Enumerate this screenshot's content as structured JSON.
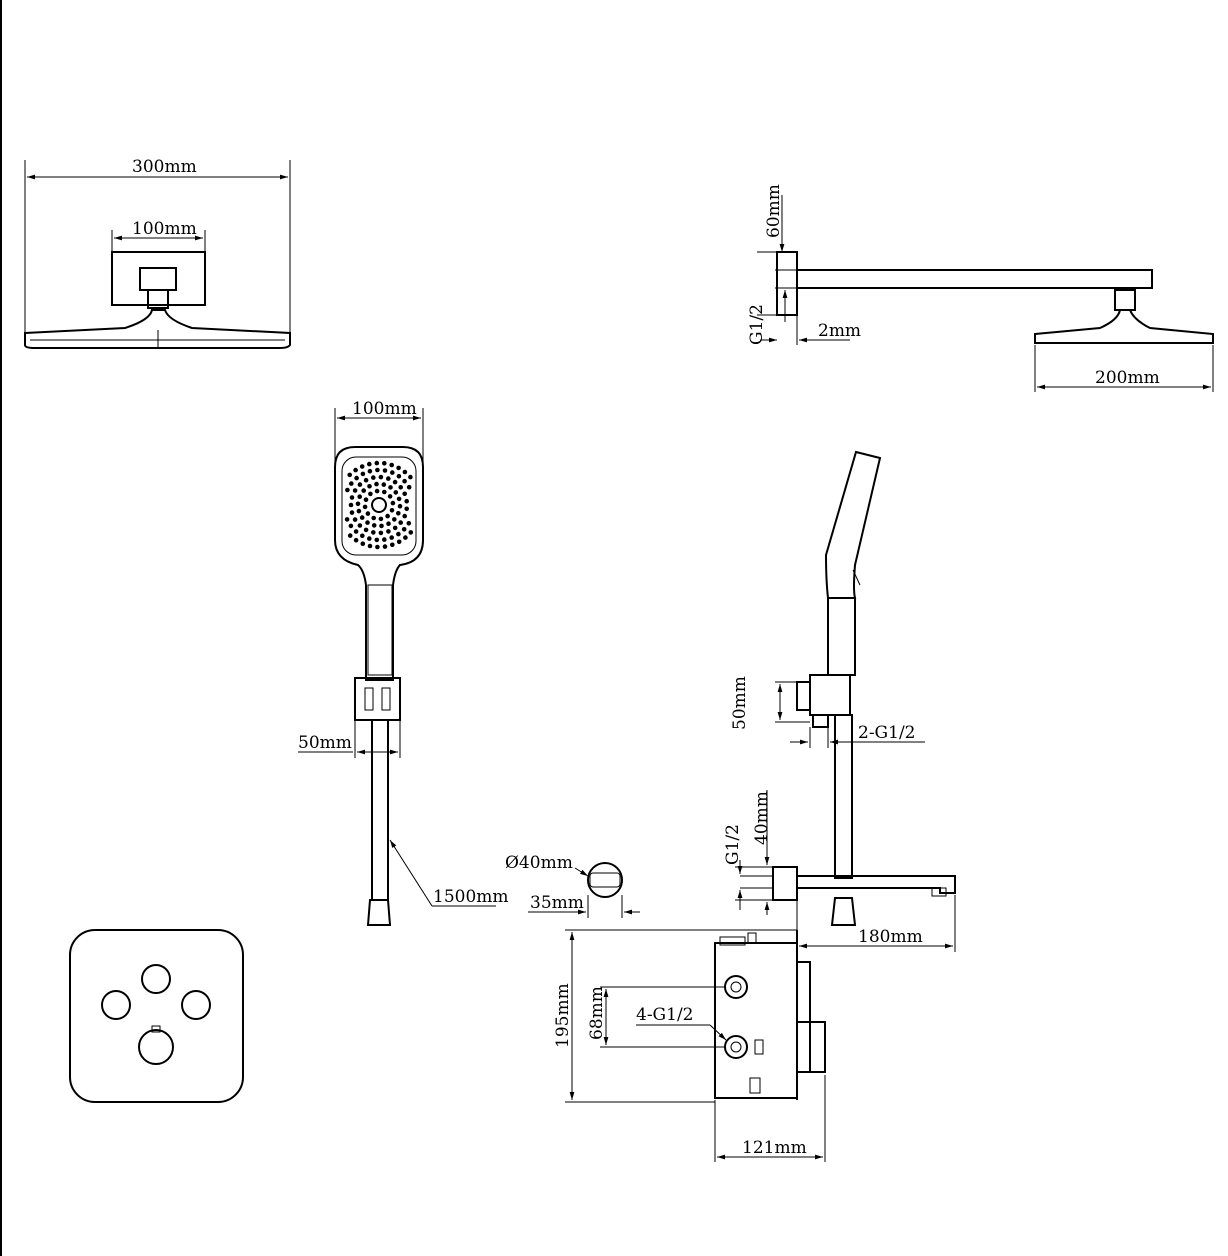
{
  "title": "Shower system dimension drawing",
  "colors": {
    "line": "#000000",
    "background": "#ffffff"
  },
  "dimensions": {
    "head_width": "300mm",
    "head_box_width": "100mm",
    "arm_flange_height": "60mm",
    "arm_thread": "G1/2",
    "arm_wall_gap": "2mm",
    "arm_head_width": "200mm",
    "handheld_width": "100mm",
    "holder_width": "50mm",
    "hose_length": "1500mm",
    "knob_diameter": "Ø40mm",
    "knob_depth": "35mm",
    "outlet_height": "50mm",
    "outlet_thread": "2-G1/2",
    "spout_thread": "G1/2",
    "spout_flange": "40mm",
    "spout_length": "180mm",
    "valve_height": "195mm",
    "valve_inlet_spacing": "68mm",
    "valve_threads": "4-G1/2",
    "valve_depth": "121mm"
  }
}
